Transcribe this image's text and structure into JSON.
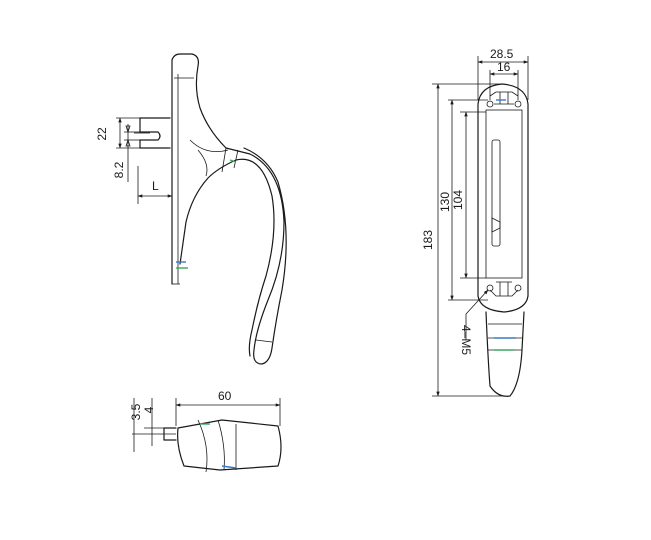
{
  "colors": {
    "line": "#1a1a1a",
    "accent_blue": "#3a78c8",
    "accent_green": "#3aa860",
    "background": "#ffffff"
  },
  "side_view": {
    "dim_a": "22",
    "dim_b": "8.2",
    "dim_c": "L"
  },
  "bottom_view": {
    "dim_length": "60",
    "dim_a": "4",
    "dim_b": "3.5"
  },
  "front_view": {
    "dim_width_outer": "28.5",
    "dim_width_inner": "16",
    "dim_total": "183",
    "dim_holes": "130",
    "dim_slot": "104",
    "dim_screw": "4–M5"
  }
}
